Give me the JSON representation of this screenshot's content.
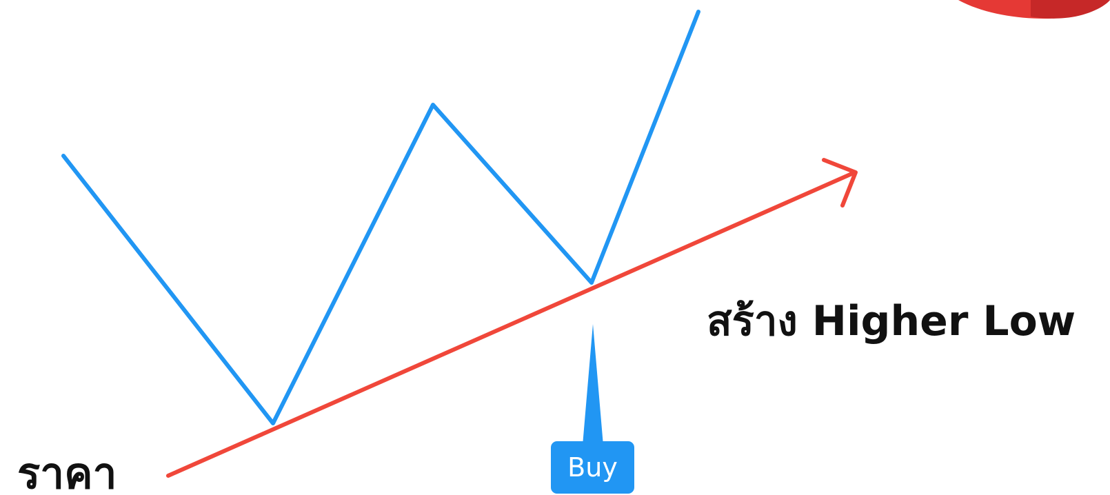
{
  "labels": {
    "price": "ราคา",
    "higher_low": "สร้าง Higher Low",
    "buy": "Buy"
  },
  "colors": {
    "price_path": "#2196F3",
    "trendline": "#F0473A",
    "buy_marker": "#2196F3",
    "corner_accent": "#E53935",
    "text": "#111111",
    "background": "#FFFFFF"
  }
}
